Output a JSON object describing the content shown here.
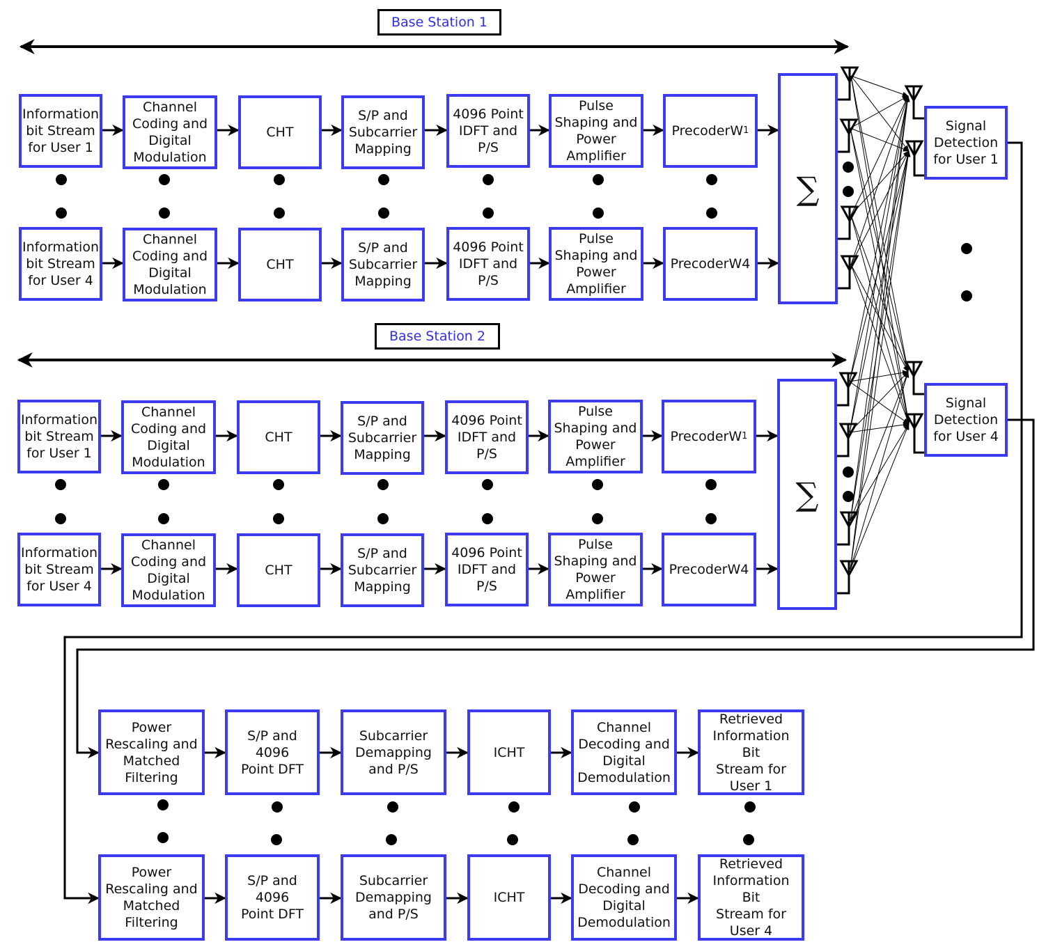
{
  "bs1_label": "Base Station 1",
  "bs2_label": "Base Station 2",
  "tx": {
    "info_user1": "Information\nbit Stream\nfor User 1",
    "info_user4": "Information\nbit Stream\nfor User 4",
    "coding": "Channel\nCoding and\nDigital\nModulation",
    "cht": "CHT",
    "sp": "S/P and\nSubcarrier\nMapping",
    "idft": "4096 Point\nIDFT and\nP/S",
    "pulse": "Pulse\nShaping and\nPower\nAmplifier",
    "precoder_main": "Precoder",
    "precoder_w1_letter": "W",
    "precoder_w1_sub": "1",
    "precoder_w4": "W4",
    "sum": "∑"
  },
  "rx": {
    "detect_user1": "Signal\nDetection\nfor User 1",
    "detect_user4": "Signal\nDetection\nfor User 4",
    "rescale": "Power\nRescaling and\nMatched\nFiltering",
    "dft": "S/P and 4096\nPoint DFT",
    "demap": "Subcarrier\nDemapping\nand P/S",
    "icht": "ICHT",
    "decoding": "Channel\nDecoding and\nDigital\nDemodulation",
    "retrieved_user1": "Retrieved\nInformation Bit\nStream for\nUser 1",
    "retrieved_user4": "Retrieved\nInformation Bit\nStream for\nUser 4"
  },
  "icons": {
    "antenna": "antenna-icon",
    "summation": "sigma-icon"
  },
  "colors": {
    "block_border": "#3b3bf0",
    "label_text": "#2f2fe6",
    "line": "#000000"
  }
}
